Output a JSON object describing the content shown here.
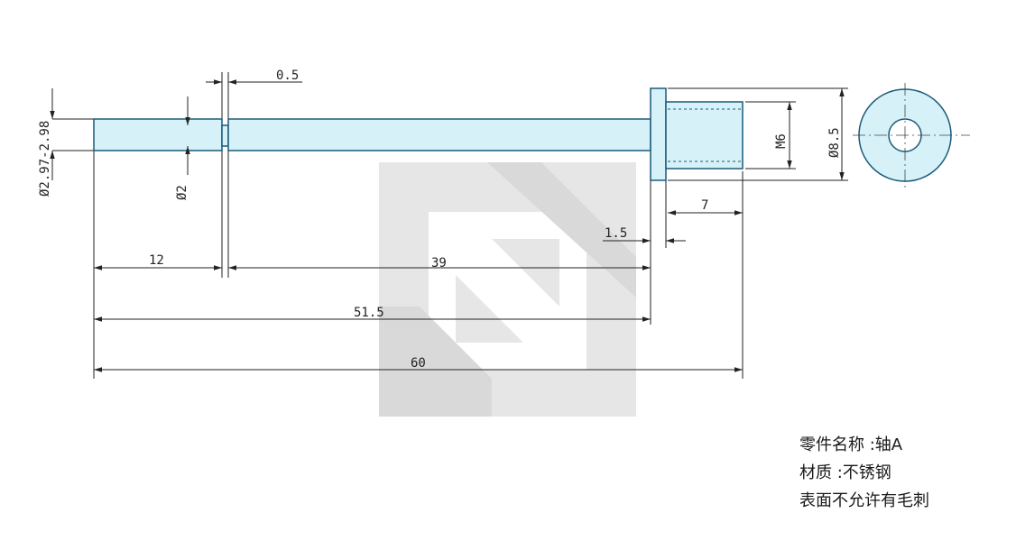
{
  "drawing": {
    "dimensions": {
      "groove_width": "0.5",
      "shaft_diameter": "Ø2.97-2.98",
      "groove_diameter": "Ø2",
      "thread": "M6",
      "head_diameter": "Ø8.5",
      "head_recess_length": "7",
      "head_thickness": "1.5",
      "len_12": "12",
      "len_39": "39",
      "len_51_5": "51.5",
      "len_60": "60"
    },
    "notes": {
      "part_name": "零件名称 :轴A",
      "material": "材质 :不锈钢",
      "surface": "表面不允许有毛刺"
    },
    "colors": {
      "part_outline": "#1a5a7a",
      "part_fill": "#d6f1f8",
      "dimension_line": "#222222",
      "center_line": "#444444",
      "watermark": "#e6e6e6"
    }
  }
}
